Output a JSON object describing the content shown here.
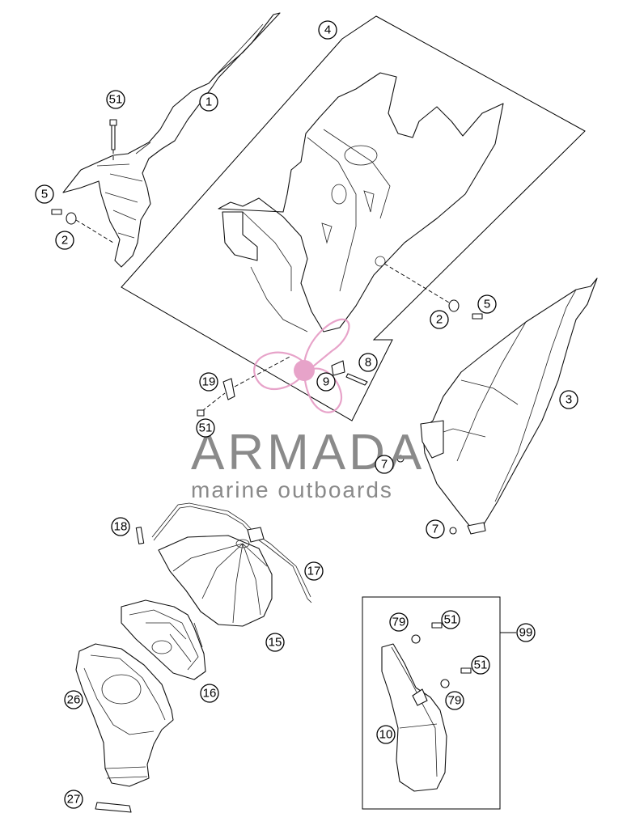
{
  "callouts": {
    "c1": "1",
    "c2a": "2",
    "c2b": "2",
    "c3": "3",
    "c4": "4",
    "c5a": "5",
    "c5b": "5",
    "c7a": "7",
    "c7b": "7",
    "c8": "8",
    "c9": "9",
    "c10": "10",
    "c15": "15",
    "c16": "16",
    "c17": "17",
    "c18": "18",
    "c19": "19",
    "c26": "26",
    "c27": "27",
    "c51a": "51",
    "c51b": "51",
    "c51c": "51",
    "c51d": "51",
    "c79a": "79",
    "c79b": "79",
    "c99": "99"
  },
  "watermark": {
    "brand": "ARMADA",
    "tagline": "marine outboards",
    "logo_color": "#e59ac4",
    "text_color": "#8a8a8a"
  }
}
